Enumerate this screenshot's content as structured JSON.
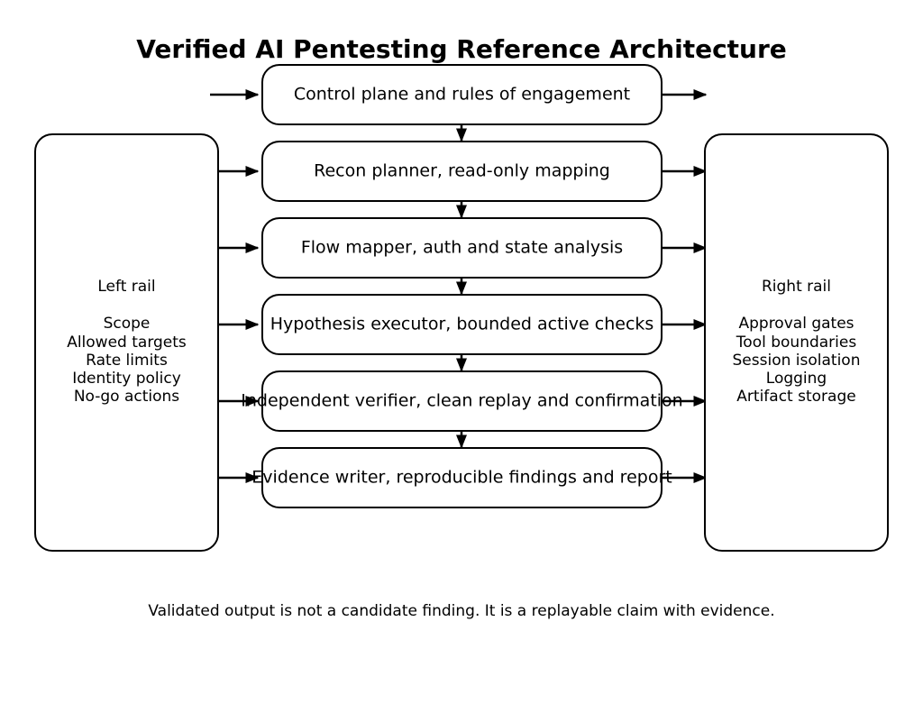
{
  "title": "Verified AI Pentesting Reference Architecture",
  "stages": [
    {
      "label": "Control plane and rules of engagement"
    },
    {
      "label": "Recon planner, read-only mapping"
    },
    {
      "label": "Flow mapper, auth and state analysis"
    },
    {
      "label": "Hypothesis executor, bounded active checks"
    },
    {
      "label": "Independent verifier, clean replay and confirmation"
    },
    {
      "label": "Evidence writer, reproducible findings and report"
    }
  ],
  "rails": {
    "left": {
      "title": "Left rail",
      "items": [
        "Scope",
        "Allowed targets",
        "Rate limits",
        "Identity policy",
        "No-go actions"
      ]
    },
    "right": {
      "title": "Right rail",
      "items": [
        "Approval gates",
        "Tool boundaries",
        "Session isolation",
        "Logging",
        "Artifact storage"
      ]
    }
  },
  "caption": "Validated output is not a candidate finding. It is a replayable claim with evidence.",
  "colors": {
    "ink": "#000000",
    "background": "#ffffff"
  }
}
